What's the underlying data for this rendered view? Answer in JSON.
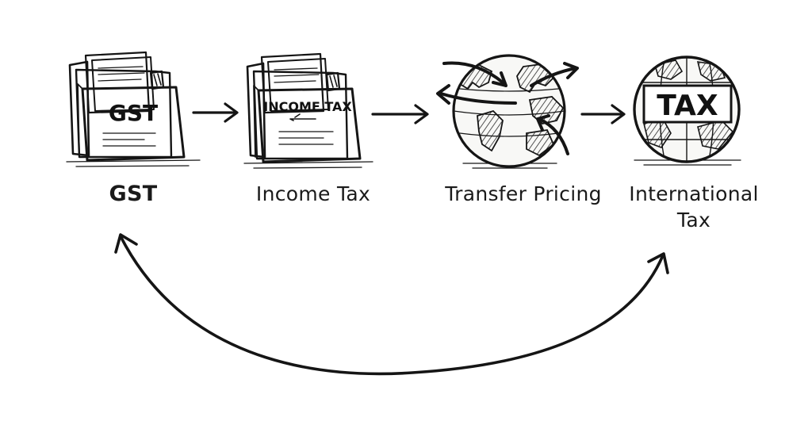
{
  "nodes": [
    {
      "id": "gst",
      "label": "GST",
      "icon_text": "GST",
      "icon": "folder-icon"
    },
    {
      "id": "income-tax",
      "label": "Income Tax",
      "icon_text": "INCOME TAX",
      "icon": "folder-icon"
    },
    {
      "id": "transfer-pricing",
      "label": "Transfer Pricing",
      "icon": "globe-arrows-icon"
    },
    {
      "id": "international-tax",
      "label_line1": "International",
      "label_line2": "Tax",
      "icon_text": "TAX",
      "icon": "tax-globe-icon"
    }
  ],
  "edges": [
    {
      "from": "gst",
      "to": "income-tax"
    },
    {
      "from": "income-tax",
      "to": "transfer-pricing"
    },
    {
      "from": "transfer-pricing",
      "to": "international-tax"
    },
    {
      "from": "international-tax",
      "to": "gst",
      "style": "curved-bidirectional"
    }
  ],
  "colors": {
    "ink": "#151515",
    "background": "#ffffff",
    "paper": "#f4f4f2",
    "folder": "#e9e9e6"
  }
}
